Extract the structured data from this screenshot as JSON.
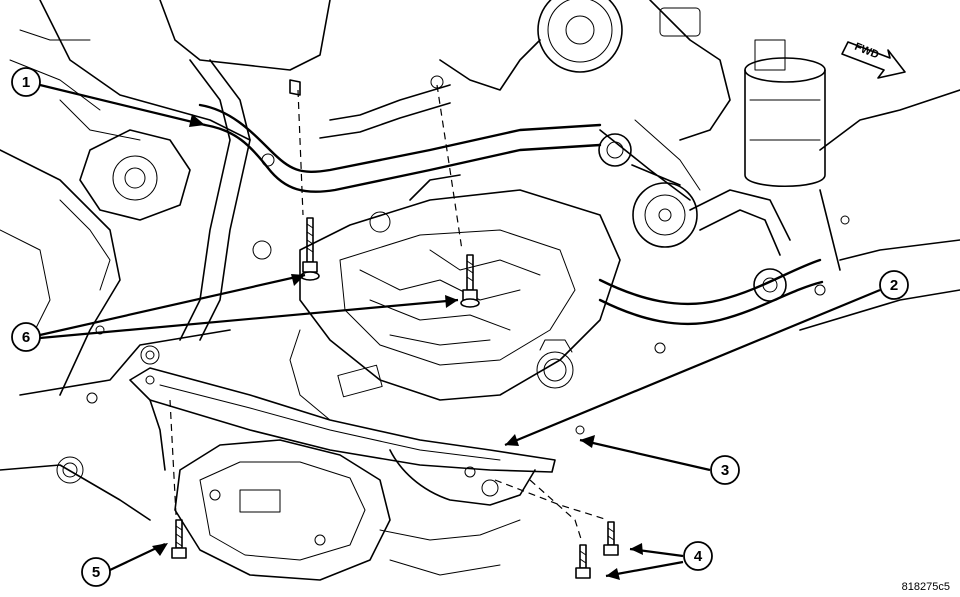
{
  "figure": {
    "id_label": "818275c5",
    "fwd_label": "FWD"
  },
  "callouts": [
    {
      "id": "1",
      "label": "1"
    },
    {
      "id": "2",
      "label": "2"
    },
    {
      "id": "3",
      "label": "3"
    },
    {
      "id": "4",
      "label": "4"
    },
    {
      "id": "5",
      "label": "5"
    },
    {
      "id": "6",
      "label": "6"
    }
  ]
}
